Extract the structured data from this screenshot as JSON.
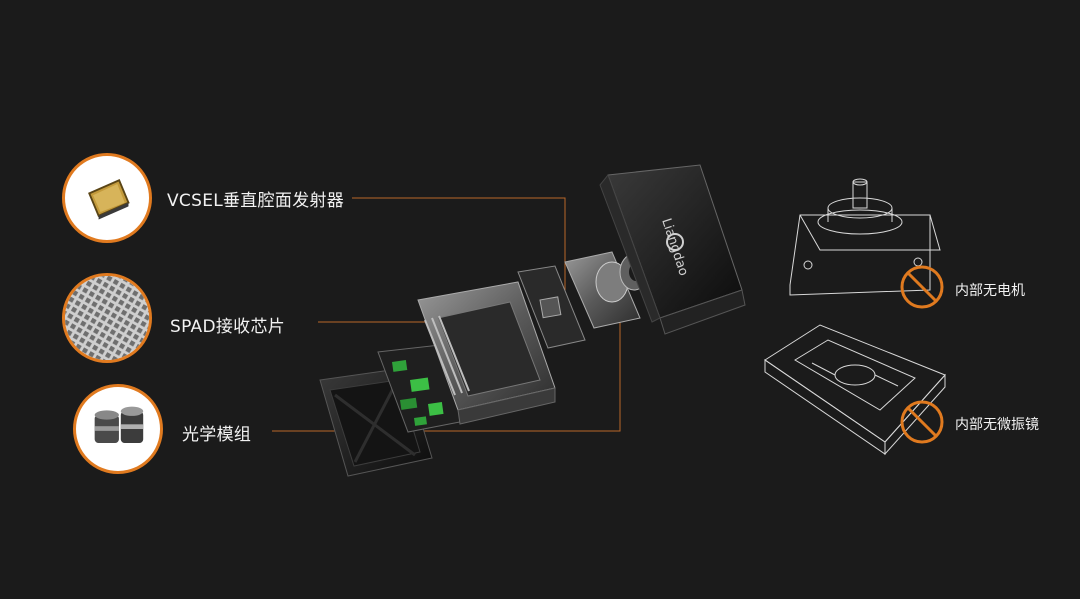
{
  "components": [
    {
      "label": "VCSEL垂直腔面发射器",
      "icon": "vcsel-chip-icon"
    },
    {
      "label": "SPAD接收芯片",
      "icon": "spad-chip-icon"
    },
    {
      "label": "光学模组",
      "icon": "optical-lens-icon"
    }
  ],
  "notes": [
    {
      "label": "内部无电机",
      "icon": "no-motor-icon"
    },
    {
      "label": "内部无微振镜",
      "icon": "no-mems-mirror-icon"
    }
  ],
  "brand_logo": "Liangdao",
  "colors": {
    "accent": "#e07a1f",
    "background": "#1b1b1b",
    "line": "#b8672a"
  }
}
